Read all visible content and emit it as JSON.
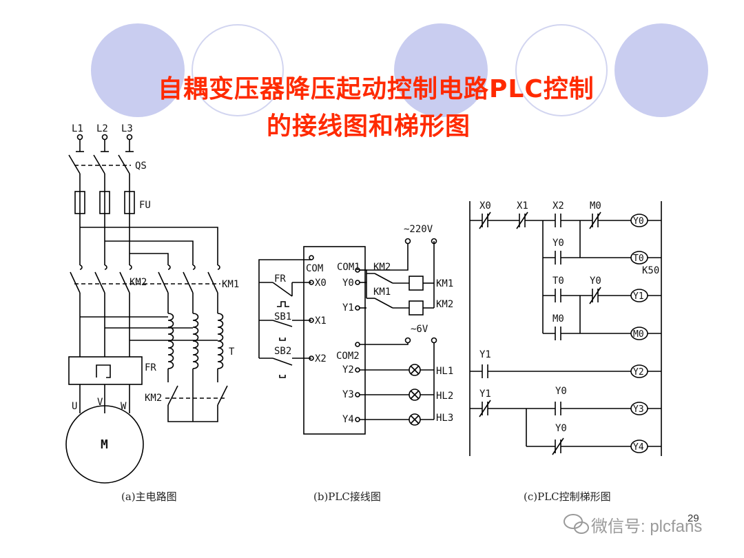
{
  "title": {
    "line1": "自耦变压器降压起动控制电路PLC控制",
    "line2": "的接线图和梯形图"
  },
  "main_circuit": {
    "phases": [
      "L1",
      "L2",
      "L3"
    ],
    "switch": "QS",
    "fuse": "FU",
    "contactor_run": "KM1",
    "contactor_start": "KM2",
    "contactor_star": "KM2",
    "overload": "FR",
    "transformer": "T",
    "terminals": [
      "U",
      "V",
      "W"
    ],
    "motor": "M",
    "caption": "(a)主电路图"
  },
  "plc_wiring": {
    "com": "COM",
    "com1": "COM1",
    "com2": "COM2",
    "inputs": [
      {
        "device": "FR",
        "terminal": "X0"
      },
      {
        "device": "SB1",
        "terminal": "X1"
      },
      {
        "device": "SB2",
        "terminal": "X2"
      }
    ],
    "outputs_1": [
      {
        "terminal": "Y0",
        "contact": "KM2",
        "coil": "KM1"
      },
      {
        "terminal": "Y1",
        "contact": "KM1",
        "coil": "KM2"
      }
    ],
    "outputs_2": [
      {
        "terminal": "Y2",
        "lamp": "HL1"
      },
      {
        "terminal": "Y3",
        "lamp": "HL2"
      },
      {
        "terminal": "Y4",
        "lamp": "HL3"
      }
    ],
    "supply_1": "~220V",
    "supply_2": "~6V",
    "caption": "(b)PLC接线图"
  },
  "ladder": {
    "rung1": {
      "contacts": [
        "X0",
        "X1",
        "X2",
        "M0"
      ],
      "coil": "Y0",
      "branch": "Y0"
    },
    "rung2": {
      "coil": "T0",
      "preset": "K50"
    },
    "rung3": {
      "contacts": [
        "T0",
        "Y0"
      ],
      "coil": "Y1",
      "branch": "M0"
    },
    "rung4": {
      "coil": "M0"
    },
    "rung5": {
      "contact": "Y1",
      "coil": "Y2"
    },
    "rung6": {
      "contact": "Y1",
      "contact2": "Y0",
      "coil": "Y3"
    },
    "rung7": {
      "contact": "Y0",
      "coil": "Y4"
    },
    "caption": "(c)PLC控制梯形图"
  },
  "page_number": "29",
  "watermark": "微信号: plcfans",
  "colors": {
    "title": "#ff2a00",
    "circle": "#c9cdf0",
    "line": "#000000"
  }
}
